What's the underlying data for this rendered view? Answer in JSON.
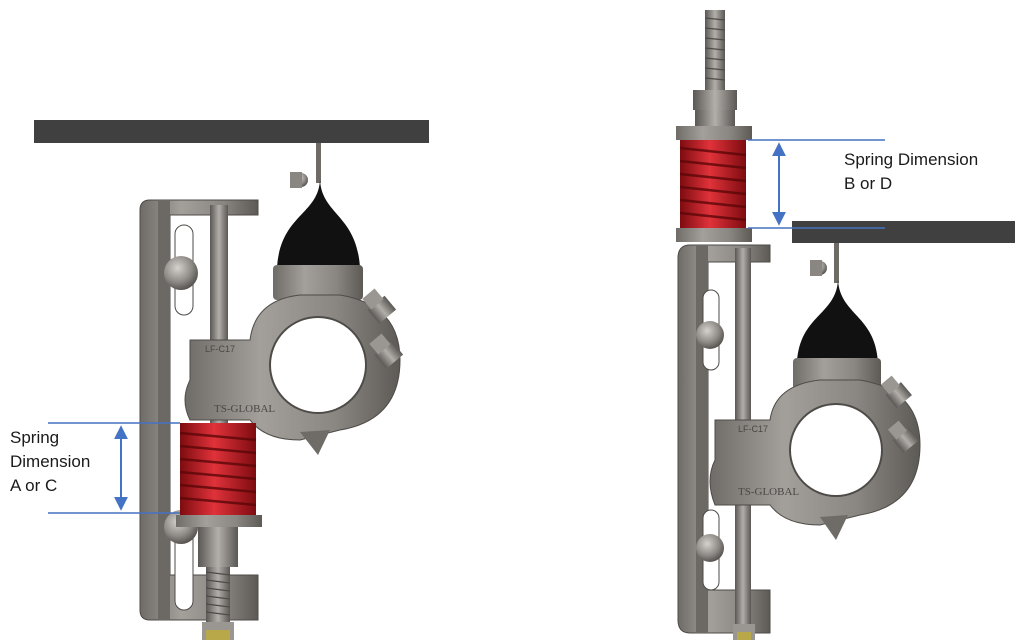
{
  "labels": {
    "spring_a": [
      "Spring",
      "Dimension",
      "A or C"
    ],
    "spring_b": [
      "Spring Dimension",
      "B or D"
    ]
  },
  "engravings": {
    "brand": "TS-GLOBAL",
    "part_code": "LF-C17"
  },
  "colors": {
    "beam": "#404040",
    "metal": "#8a8682",
    "metal_dark": "#55524f",
    "spring": "#c0161e",
    "dimension_line": "#4472c4",
    "fuse": "#111111"
  }
}
